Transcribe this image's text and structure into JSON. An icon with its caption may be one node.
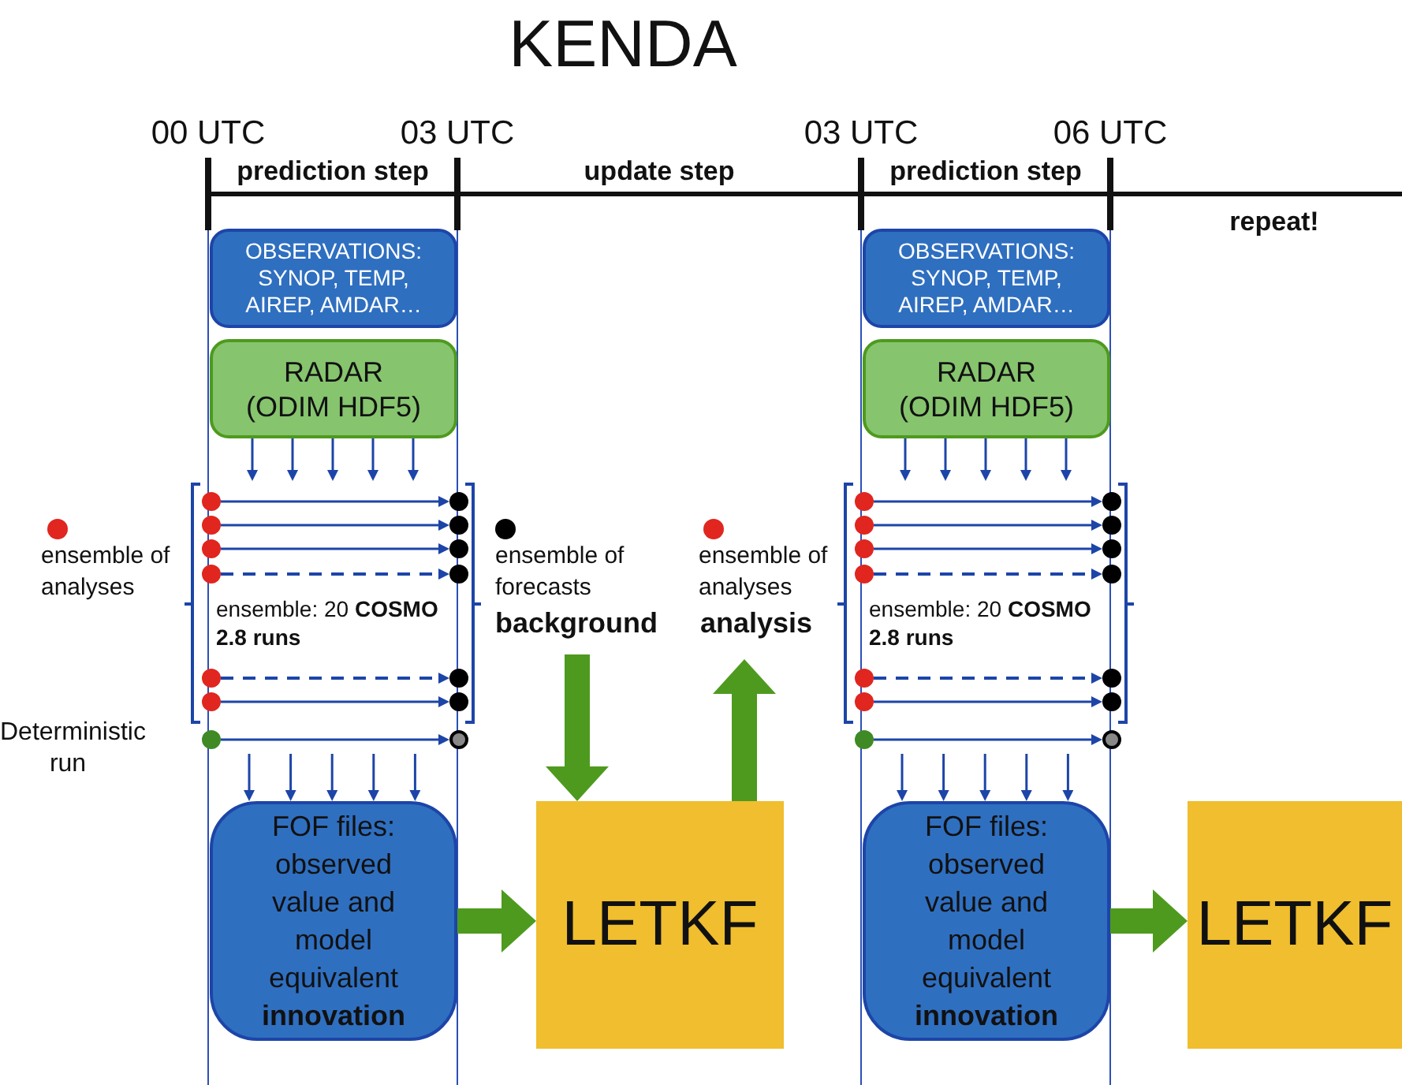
{
  "diagram": {
    "title": "KENDA",
    "nodes": [
      {
        "text": [
          "OBSERVATIONS: SYNOP, TEMP, AIREP, AMDAR…"
        ]
      },
      {
        "text": [
          "RADAR (ODIM HDF5)"
        ]
      },
      {
        "text": [],
        "shape": "circle"
      },
      {
        "text": [],
        "shape": "circle"
      },
      {
        "text": [],
        "shape": "circle"
      },
      {
        "text": [],
        "shape": "circle"
      },
      {
        "text": [],
        "shape": "circle"
      },
      {
        "text": [],
        "shape": "circle"
      },
      {
        "text": [],
        "shape": "circle"
      },
      {
        "text": [],
        "shape": "circle"
      },
      {
        "text": [],
        "shape": "circle"
      },
      {
        "text": [],
        "shape": "circle"
      },
      {
        "text": [],
        "shape": "circle"
      },
      {
        "text": [],
        "shape": "circle"
      },
      {
        "text": [],
        "shape": "circle"
      },
      {
        "text": [],
        "shape": "circle"
      },
      {
        "text": [
          "FOF files: observed value and model equivalent **innovation**"
        ]
      },
      {
        "text": [
          "LETKF"
        ]
      },
      {
        "text": [
          "OBSERVATIONS: SYNOP, TEMP, AIREP, AMDAR…"
        ]
      },
      {
        "text": [
          "RADAR (ODIM HDF5)"
        ]
      },
      {
        "text": [],
        "shape": "circle"
      },
      {
        "text": [],
        "shape": "circle"
      },
      {
        "text": [],
        "shape": "circle"
      },
      {
        "text": [],
        "shape": "circle"
      },
      {
        "text": [],
        "shape": "circle"
      },
      {
        "text": [],
        "shape": "circle"
      },
      {
        "text": [],
        "shape": "circle"
      },
      {
        "text": [],
        "shape": "circle"
      },
      {
        "text": [],
        "shape": "circle"
      },
      {
        "text": [],
        "shape": "circle"
      },
      {
        "text": [],
        "shape": "circle"
      },
      {
        "text": [],
        "shape": "circle"
      },
      {
        "text": [],
        "shape": "circle"
      },
      {
        "text": [],
        "shape": "circle"
      },
      {
        "text": [
          "FOF files: observed value and model equivalent **innovation**"
        ]
      },
      {
        "text": [
          "LETKF"
        ]
      }
    ],
    "edges": [
      {
        "from": 1,
        "to": null,
        "arrow": "to"
      },
      {
        "from": 1,
        "to": null,
        "arrow": "to"
      },
      {
        "from": 1,
        "to": null,
        "arrow": "to"
      },
      {
        "from": 1,
        "to": null,
        "arrow": "to"
      },
      {
        "from": 1,
        "to": null,
        "arrow": "to"
      },
      {
        "from": 2,
        "to": 3,
        "arrow": "to"
      },
      {
        "from": 4,
        "to": 5,
        "arrow": "to"
      },
      {
        "from": 6,
        "to": 7,
        "arrow": "to"
      },
      {
        "from": 8,
        "to": 9,
        "arrow": "to",
        "style": "dashed"
      },
      {
        "from": 10,
        "to": 11,
        "arrow": "to",
        "style": "dashed"
      },
      {
        "from": 12,
        "to": 13,
        "arrow": "to"
      },
      {
        "from": 14,
        "to": 15,
        "arrow": "to"
      },
      {
        "from": null,
        "to": 16,
        "arrow": "to"
      },
      {
        "from": null,
        "to": 16,
        "arrow": "to"
      },
      {
        "from": null,
        "to": 16,
        "arrow": "to"
      },
      {
        "from": null,
        "to": 16,
        "arrow": "to"
      },
      {
        "from": null,
        "to": 16,
        "arrow": "to"
      },
      {
        "from": 16,
        "to": 17,
        "arrow": "to",
        "style": "thick",
        "color": "#4e9a1e"
      },
      {
        "from": null,
        "to": 17,
        "arrow": "to",
        "style": "thick",
        "color": "#4e9a1e"
      },
      {
        "from": 17,
        "to": null,
        "arrow": "to",
        "style": "thick",
        "color": "#4e9a1e"
      },
      {
        "from": 19,
        "to": null,
        "arrow": "to"
      },
      {
        "from": 19,
        "to": null,
        "arrow": "to"
      },
      {
        "from": 19,
        "to": null,
        "arrow": "to"
      },
      {
        "from": 19,
        "to": null,
        "arrow": "to"
      },
      {
        "from": 19,
        "to": null,
        "arrow": "to"
      },
      {
        "from": 20,
        "to": 21,
        "arrow": "to"
      },
      {
        "from": 22,
        "to": 23,
        "arrow": "to"
      },
      {
        "from": 24,
        "to": 25,
        "arrow": "to"
      },
      {
        "from": 26,
        "to": 27,
        "arrow": "to",
        "style": "dashed"
      },
      {
        "from": 28,
        "to": 29,
        "arrow": "to",
        "style": "dashed"
      },
      {
        "from": 30,
        "to": 31,
        "arrow": "to"
      },
      {
        "from": 32,
        "to": 33,
        "arrow": "to"
      },
      {
        "from": null,
        "to": 34,
        "arrow": "to"
      },
      {
        "from": null,
        "to": 34,
        "arrow": "to"
      },
      {
        "from": null,
        "to": 34,
        "arrow": "to"
      },
      {
        "from": null,
        "to": 34,
        "arrow": "to"
      },
      {
        "from": null,
        "to": 34,
        "arrow": "to"
      },
      {
        "from": 34,
        "to": 35,
        "arrow": "to",
        "style": "thick",
        "color": "#4e9a1e"
      }
    ],
    "labels": [
      "00 UTC",
      "03 UTC",
      "03 UTC",
      "06 UTC",
      "prediction step",
      "update step",
      "prediction step",
      "repeat!",
      "Deterministic run",
      "ensemble: 20 **COSMO 2.8 runs**",
      "background",
      "analysis",
      "ensemble: 20 **COSMO 2.8 runs**"
    ],
    "legend": [
      {
        "text": "ensemble of analyses",
        "color": "#e0261f"
      },
      {
        "text": "ensemble of forecasts",
        "color": "#000000"
      },
      {
        "text": "ensemble of analyses",
        "color": "#e0261f"
      }
    ]
  }
}
